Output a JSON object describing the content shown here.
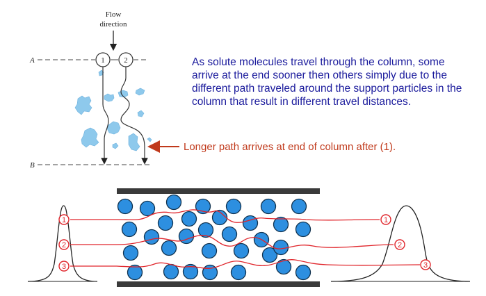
{
  "top_diagram": {
    "flow_label_line1": "Flow",
    "flow_label_line2": "direction",
    "marker_a": "A",
    "marker_b": "B",
    "path_1_label": "1",
    "path_2_label": "2"
  },
  "description": "As solute molecules travel through the column, some arrive at the end sooner then others simply due to the different path traveled around the support particles in the column that result in different travel distances.",
  "longer_path_note": "Longer path arrives at end of column after (1).",
  "column_diagram": {
    "path_labels": [
      "1",
      "2",
      "3"
    ]
  },
  "colors": {
    "description_text": "#1a1a9c",
    "note_text": "#c0391b",
    "particle_fill": "#2d8fe0",
    "path_red": "#e0242a",
    "column_wall": "#3a3a3a",
    "irregular_particles": "#8ec9ec"
  }
}
